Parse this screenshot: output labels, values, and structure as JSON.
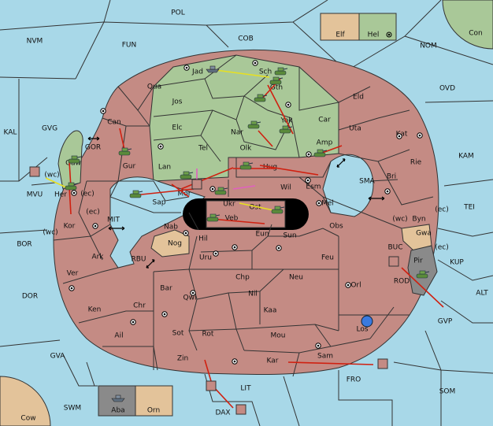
{
  "colors": {
    "sea": "#a8d8e8",
    "land": "#c48b84",
    "green_power": "#a9c898",
    "tan_power": "#e3c39a",
    "grey_power": "#8a8a8a",
    "move_order": "#d02010",
    "support_order": "#e8e020",
    "convoy_order": "#e060c0"
  },
  "legend": {
    "elf": "Elf",
    "hel": "Hel",
    "aba": "Aba",
    "orn": "Orn"
  },
  "sea": {
    "pol": "POL",
    "fun": "FUN",
    "cob": "COB",
    "nvm": "NVM",
    "nom": "NOM",
    "con": "Con",
    "ovd": "OVD",
    "kal": "KAL",
    "gvg": "GVG",
    "gor": "GOR",
    "mvu": "MVU",
    "mit": "MIT",
    "rbu": "RBU",
    "sma": "SMA",
    "kam": "KAM",
    "tei": "TEI",
    "bor": "BOR",
    "dor": "DOR",
    "buc": "BUC",
    "rod": "ROD",
    "kup": "KUP",
    "alt": "ALT",
    "gvp": "GVP",
    "gva": "GVA",
    "fro": "FRO",
    "lit": "LIT",
    "som": "SOM",
    "swm": "SWM",
    "dax": "DAX",
    "cow": "Cow"
  },
  "land": {
    "jad": "Jad",
    "sch": "Sch",
    "gth": "Gth",
    "qua": "Qua",
    "jos": "Jos",
    "eld": "Eld",
    "can": "Can",
    "yok": "Yok",
    "car": "Car",
    "elc": "Elc",
    "nar": "Nar",
    "uta": "Uta",
    "kat": "Kat",
    "amp": "Amp",
    "tel": "Tel",
    "olk": "Olk",
    "gaw": "Gaw",
    "gur": "Gur",
    "lan": "Lan",
    "hug": "Hug",
    "rie": "Rie",
    "bri": "Bri",
    "her": "Her",
    "mor": "Mor",
    "wil": "Wil",
    "esm": "Esm",
    "sap": "Sap",
    "ukr": "Ukr",
    "veb": "Veb",
    "ost": "Ost",
    "mel": "Mel",
    "byn": "Byn",
    "kor": "Kor",
    "nab": "Nab",
    "eun": "Eun",
    "obs": "Obs",
    "gwa": "Gwa",
    "hil": "Hil",
    "sun": "Sun",
    "nog": "Nog",
    "pir": "Pir",
    "ark": "Ark",
    "uru": "Uru",
    "feu": "Feu",
    "ver": "Ver",
    "chp": "Chp",
    "neu": "Neu",
    "bar": "Bar",
    "qwi": "Qwi",
    "nil": "Nil",
    "orl": "Orl",
    "ken": "Ken",
    "chr": "Chr",
    "kaa": "Kaa",
    "los": "Los",
    "ail": "Ail",
    "sot": "Sot",
    "rot": "Rot",
    "mou": "Mou",
    "sam": "Sam",
    "zin": "Zin",
    "kar": "Kar"
  },
  "coast_tags": {
    "gaw_wc": "(wc)",
    "her_ec": "(ec)",
    "kor_ec": "(ec)",
    "kor_wc": "(wc)",
    "byn_wc": "(wc)",
    "byn_ec": "(ec)",
    "gwa_ec": "(ec)"
  }
}
